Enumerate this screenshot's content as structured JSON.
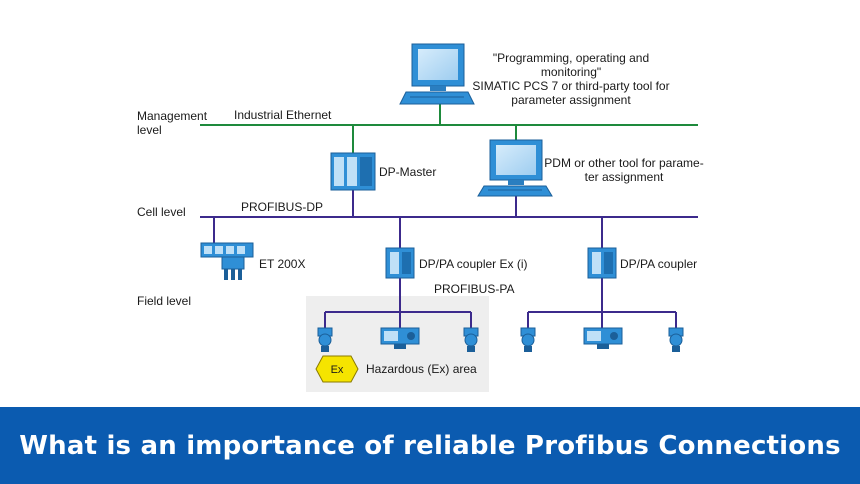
{
  "diagram": {
    "levels": {
      "management": [
        "Management",
        "level"
      ],
      "cell": "Cell level",
      "field": "Field level"
    },
    "networks": {
      "industrial_ethernet": "Industrial Ethernet",
      "profibus_dp": "PROFIBUS-DP",
      "profibus_pa": "PROFIBUS-PA"
    },
    "devices": {
      "pc_top_caption": [
        "\"Programming, operating and",
        "monitoring\"",
        "SIMATIC PCS 7 or third-party tool for",
        "parameter assignment"
      ],
      "dp_master": "DP-Master",
      "pdm_caption": [
        "PDM or other tool for parame-",
        "ter assignment"
      ],
      "et200x": "ET 200X",
      "coupler_ex": "DP/PA coupler Ex (i)",
      "coupler": "DP/PA coupler",
      "ex_badge": "Ex",
      "hazardous_area": "Hazardous (Ex) area"
    }
  },
  "banner": {
    "text": "What is an importance of reliable Profibus Connections"
  },
  "colors": {
    "ethernet_line": "#1e8a3c",
    "profibus_line": "#3c2a8c",
    "device_blue": "#2f8fd6",
    "banner_bg": "#0b5bb0",
    "hazard_area_bg": "#eeeeee",
    "ex_badge_fill": "#f5e400"
  }
}
